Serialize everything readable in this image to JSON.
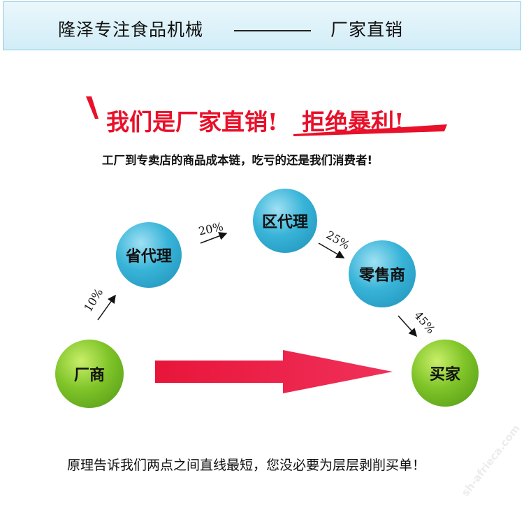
{
  "header": {
    "title": "隆泽专注食品机械",
    "subtitle": "厂家直销"
  },
  "slogan": "我们是厂家直销!   拒绝暴利!",
  "subline": "工厂到专卖店的商品成本链，吃亏的还是我们消费者!",
  "nodes": {
    "factory": "厂商",
    "provincial": "省代理",
    "district": "区代理",
    "retail": "零售商",
    "buyer": "买家"
  },
  "percentages": {
    "factory_to_provincial": "10%",
    "provincial_to_district": "20%",
    "district_to_retail": "25%",
    "retail_to_buyer": "45%"
  },
  "footer": "原理告诉我们两点之间直线最短，您没必要为层层剥削买单！",
  "watermark": "sh-afrieca.com",
  "colors": {
    "accent_red": "#e8102a",
    "node_blue": "#2fa9d2",
    "node_green": "#79bf25",
    "header_bg": "#dbf1f9"
  }
}
